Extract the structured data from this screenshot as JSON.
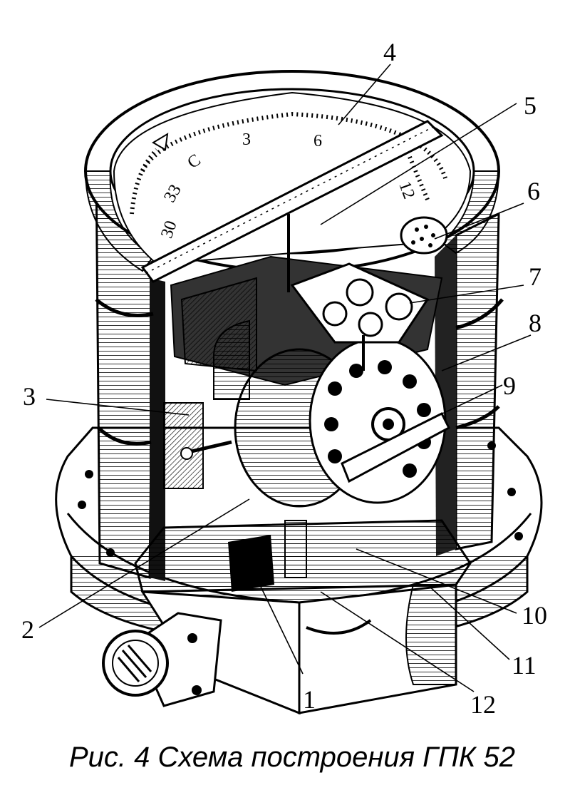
{
  "figure": {
    "callouts": [
      "1",
      "2",
      "3",
      "4",
      "5",
      "6",
      "7",
      "8",
      "9",
      "10",
      "11",
      "12"
    ],
    "dial_marks": [
      "30",
      "33",
      "С",
      "3",
      "6",
      "12"
    ]
  },
  "caption": "Рис. 4 Схема построения ГПК 52"
}
